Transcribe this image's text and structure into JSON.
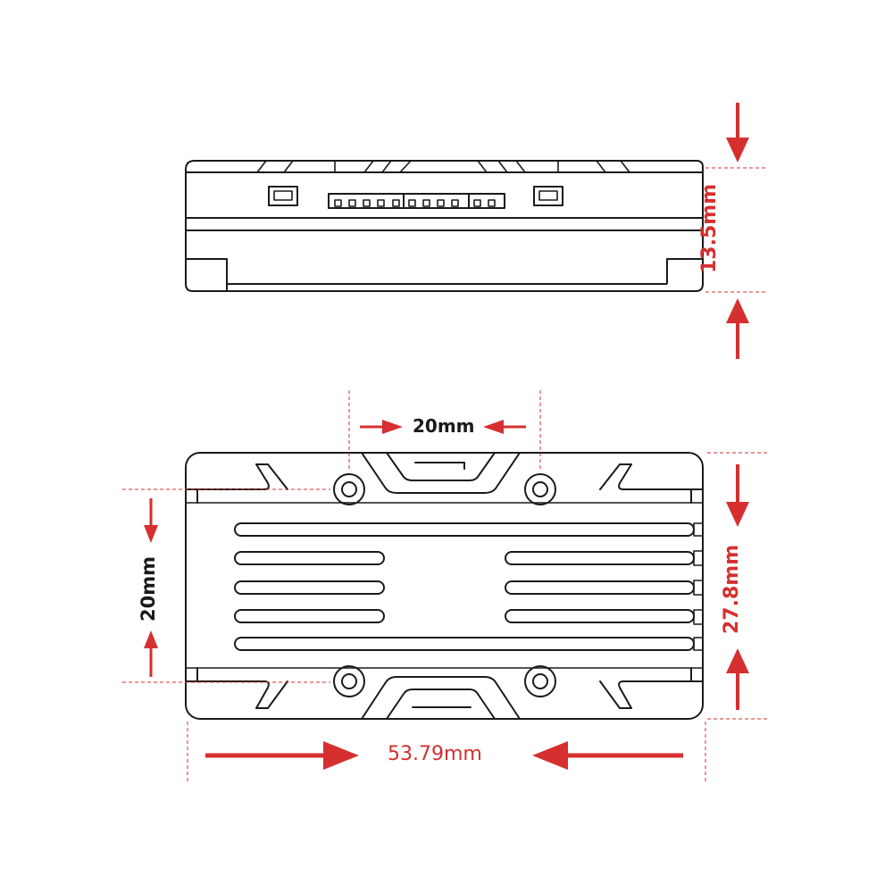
{
  "dimensions": {
    "height_side": "13.5mm",
    "hole_spacing_horizontal": "20mm",
    "hole_spacing_vertical": "20mm",
    "width_top": "27.8mm",
    "length": "53.79mm"
  },
  "colors": {
    "outline": "#1a1a1a",
    "arrow": "#d62f2f",
    "guide": "#d62f2f",
    "label_side_height": "#d62f2f",
    "label_hole_h": "#1a1a1a",
    "label_hole_v": "#1a1a1a",
    "label_width": "#d62f2f",
    "label_length": "#d62f2f"
  }
}
